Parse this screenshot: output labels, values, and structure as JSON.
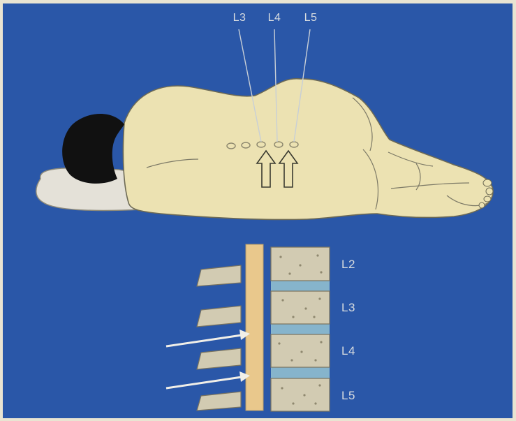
{
  "figure": {
    "top_labels": [
      "L3",
      "L4",
      "L5"
    ],
    "spine_labels": [
      "L2",
      "L3",
      "L4",
      "L5"
    ],
    "colors": {
      "background": "#2a57a8",
      "skin": "#ece2b2",
      "outline": "#6d6a55",
      "hair": "#111111",
      "pillow": "#e4e1d8",
      "ligament": "#e9c88c",
      "disc": "#86b4cc",
      "arrow": "#f1efe8",
      "frame": "#e9e4d2"
    }
  }
}
